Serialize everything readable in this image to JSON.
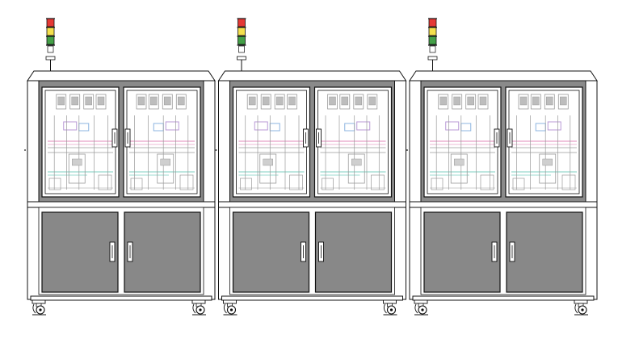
{
  "scene": {
    "background": "#ffffff",
    "machine_count": 3
  },
  "colors": {
    "outline": "#111111",
    "frame_gray": "#8a8a8a",
    "door_gray": "#888888",
    "glass": "#ffffff",
    "light_red": "#e53935",
    "light_yellow": "#f4e04d",
    "light_green": "#43a047",
    "mech_line": "#9a9a9a",
    "mech_pink": "#e6a0c8",
    "mech_teal": "#7ccfc0",
    "mech_purple": "#b99ad6",
    "mech_blue": "#8cb4e0"
  },
  "machines": [
    {
      "id": "machine-1",
      "signal_tower": [
        "red",
        "yellow",
        "green"
      ],
      "window_panes": 2,
      "cabinet_doors": 2,
      "casters": 2
    },
    {
      "id": "machine-2",
      "signal_tower": [
        "red",
        "yellow",
        "green"
      ],
      "window_panes": 2,
      "cabinet_doors": 2,
      "casters": 2
    },
    {
      "id": "machine-3",
      "signal_tower": [
        "red",
        "yellow",
        "green"
      ],
      "window_panes": 2,
      "cabinet_doors": 2,
      "casters": 2
    }
  ],
  "icons": {
    "signal_tower": "signal-tower-icon",
    "caster": "caster-wheel-icon",
    "handle": "door-handle-icon"
  }
}
